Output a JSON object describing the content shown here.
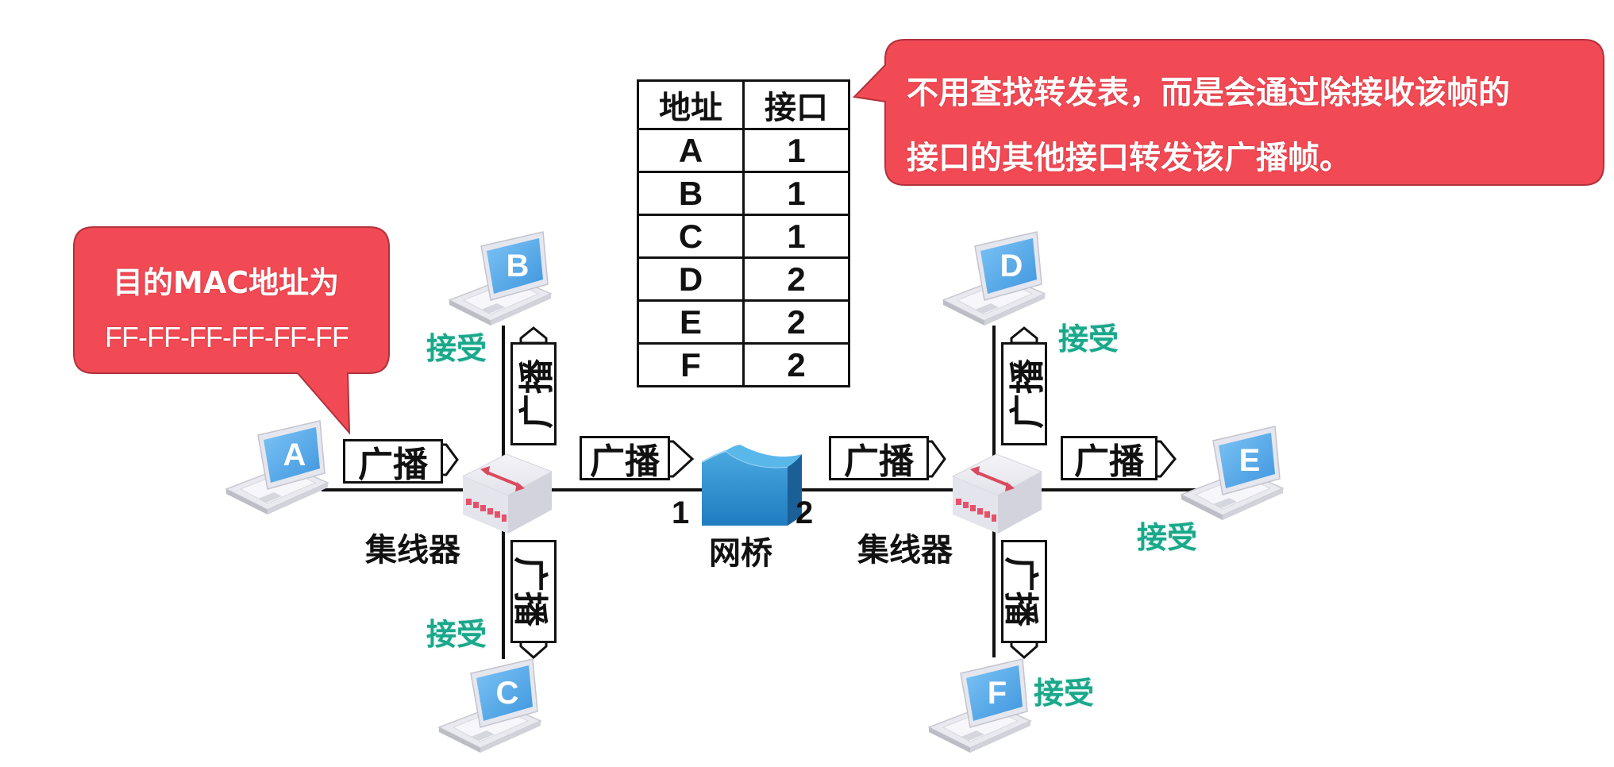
{
  "callouts": {
    "left": {
      "line1": "目的MAC地址为",
      "line2": "FF-FF-FF-FF-FF-FF"
    },
    "right": {
      "line1": "不用查找转发表，而是会通过除接收该帧的",
      "line2": "接口的其他接口转发该广播帧。"
    }
  },
  "forwarding_table": {
    "headers": [
      "地址",
      "接口"
    ],
    "rows": [
      {
        "address": "A",
        "port": "1"
      },
      {
        "address": "B",
        "port": "1"
      },
      {
        "address": "C",
        "port": "1"
      },
      {
        "address": "D",
        "port": "2"
      },
      {
        "address": "E",
        "port": "2"
      },
      {
        "address": "F",
        "port": "2"
      }
    ]
  },
  "hosts": [
    "A",
    "B",
    "C",
    "D",
    "E",
    "F"
  ],
  "devices": {
    "hub_left": "集线器",
    "hub_right": "集线器",
    "bridge": "网桥",
    "bridge_port_1": "1",
    "bridge_port_2": "2"
  },
  "broadcast_label": "广播",
  "accept_label": "接受",
  "colors": {
    "callout_fill": "#f24a55",
    "callout_border": "#b0323c",
    "accept_text": "#1aa88a",
    "laptop_screen": "#4aa3e8",
    "bridge_blue": "#2e8fd0",
    "hub_port_red": "#e8506a"
  }
}
